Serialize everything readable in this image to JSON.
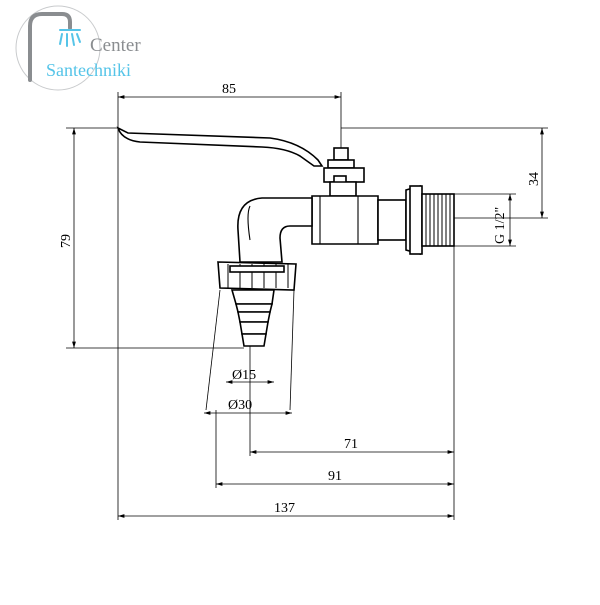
{
  "logo": {
    "line1": "Center",
    "line2": "Santechniki",
    "color_primary": "#8a8d90",
    "color_accent": "#55c4e8"
  },
  "dimensions": {
    "top_width": "85",
    "right_height": "34",
    "thread": "G 1/2\"",
    "left_height": "79",
    "inner_diameter": "Ø15",
    "outer_diameter": "Ø30",
    "len_71": "71",
    "len_91": "91",
    "len_137": "137"
  }
}
